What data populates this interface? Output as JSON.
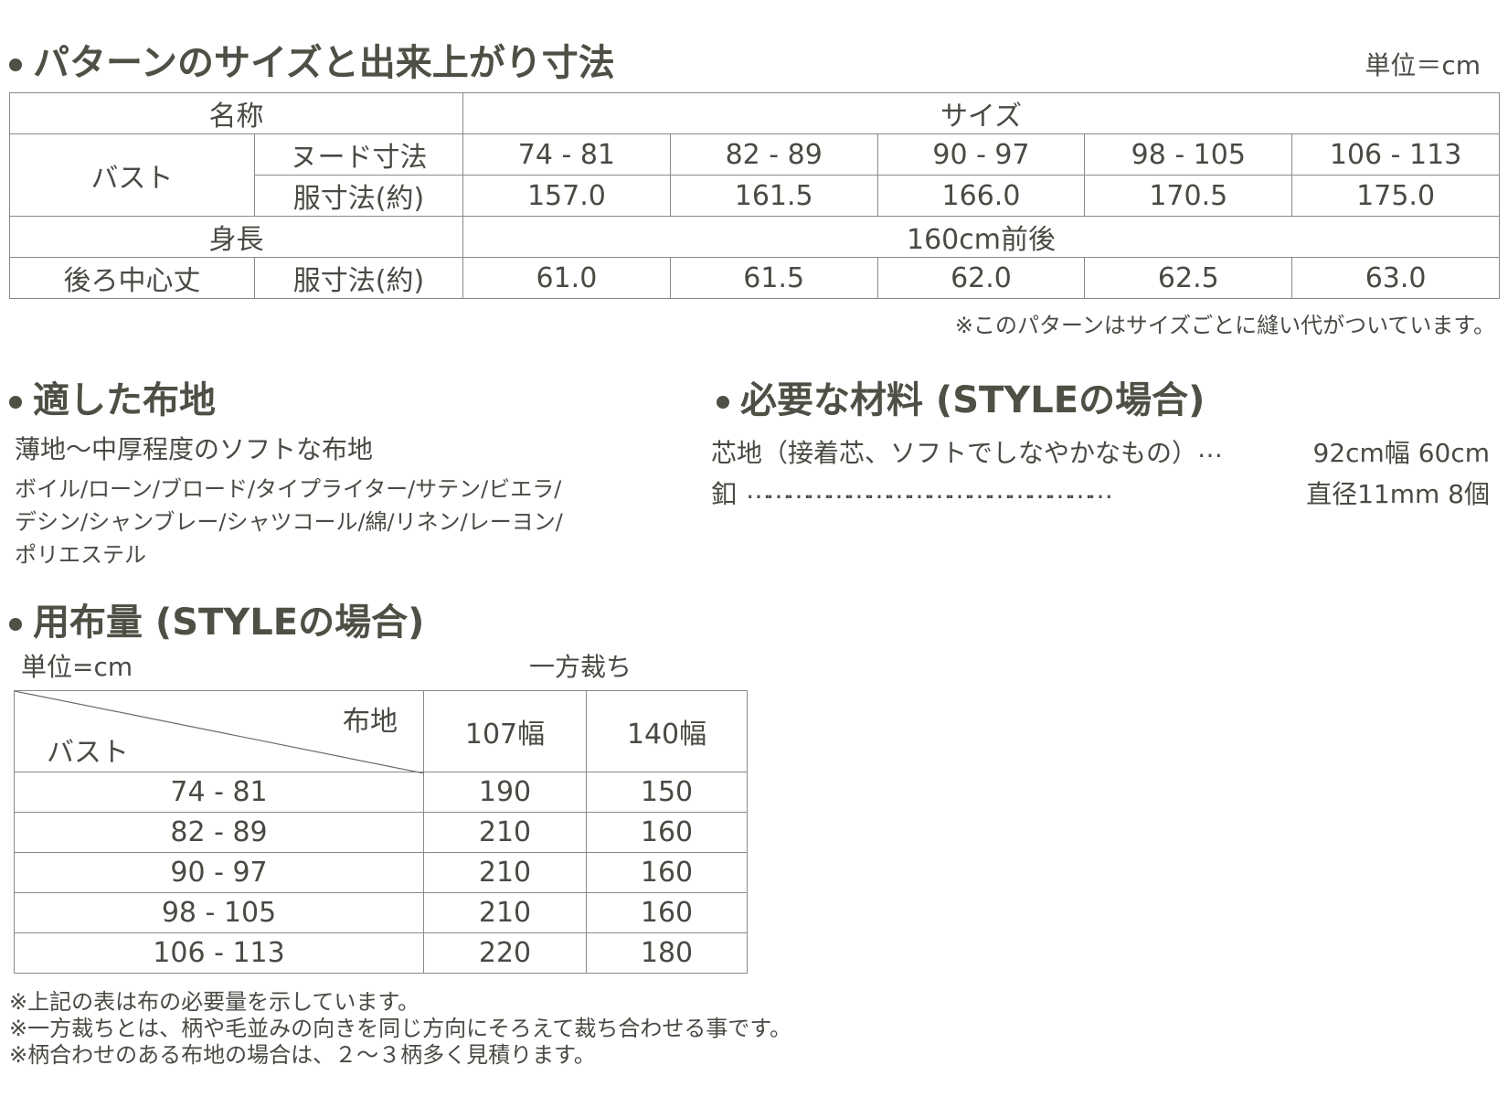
{
  "section1": {
    "title": "パターンのサイズと出来上がり寸法",
    "unit": "単位＝cm",
    "header_name": "名称",
    "header_size": "サイズ",
    "bust_label": "バスト",
    "nude_label": "ヌード寸法",
    "garment_label": "服寸法(約)",
    "sizes": [
      "74 - 81",
      "82 - 89",
      "90 - 97",
      "98 - 105",
      "106 - 113"
    ],
    "bust_garment": [
      "157.0",
      "161.5",
      "166.0",
      "170.5",
      "175.0"
    ],
    "height_label": "身長",
    "height_value": "160cm前後",
    "back_label": "後ろ中心丈",
    "back_garment_label": "服寸法(約)",
    "back_values": [
      "61.0",
      "61.5",
      "62.0",
      "62.5",
      "63.0"
    ],
    "note": "※このパターンはサイズごとに縫い代がついています。"
  },
  "fabric": {
    "title": "適した布地",
    "lead": "薄地〜中厚程度のソフトな布地",
    "lines": [
      "ボイル/ローン/ブロード/タイプライター/サテン/ビエラ/",
      "デシン/シャンブレー/シャツコール/綿/リネン/レーヨン/",
      "ポリエステル"
    ]
  },
  "materials": {
    "title": "必要な材料 (STYLEの場合)",
    "items": [
      {
        "name": "芯地（接着芯、ソフトでしなやかなもの）",
        "leader": "…",
        "value": "92cm幅 60cm"
      },
      {
        "name": "釦",
        "leader": "………………………………………………",
        "value": "直径11mm  8個"
      }
    ]
  },
  "yardage": {
    "title": "用布量 (STYLEの場合)",
    "unit": "単位=cm",
    "cut": "一方裁ち",
    "corner_top": "布地",
    "corner_bottom": "バスト",
    "col_headers": [
      "107幅",
      "140幅"
    ],
    "rows": [
      {
        "size": "74 - 81",
        "w107": "190",
        "w140": "150"
      },
      {
        "size": "82 - 89",
        "w107": "210",
        "w140": "160"
      },
      {
        "size": "90 - 97",
        "w107": "210",
        "w140": "160"
      },
      {
        "size": "98 - 105",
        "w107": "210",
        "w140": "160"
      },
      {
        "size": "106 - 113",
        "w107": "220",
        "w140": "180"
      }
    ],
    "notes": [
      "※上記の表は布の必要量を示しています。",
      "※一方裁ちとは、柄や毛並みの向きを同じ方向にそろえて裁ち合わせる事です。",
      "※柄合わせのある布地の場合は、２〜３柄多く見積ります。"
    ]
  }
}
